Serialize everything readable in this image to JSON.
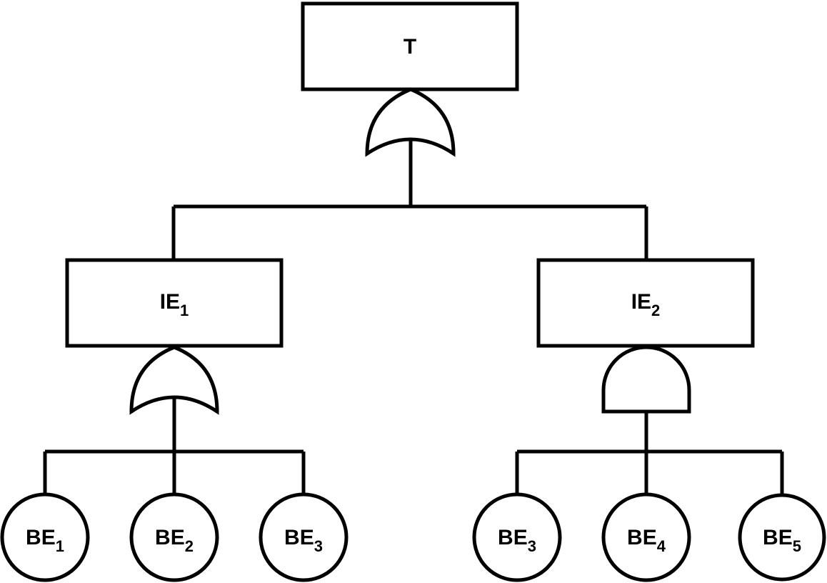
{
  "tree": {
    "top_event": {
      "main": "T",
      "sub": ""
    },
    "intermediate_events": [
      {
        "main": "IE",
        "sub": "1"
      },
      {
        "main": "IE",
        "sub": "2"
      }
    ],
    "basic_events": [
      {
        "main": "BE",
        "sub": "1"
      },
      {
        "main": "BE",
        "sub": "2"
      },
      {
        "main": "BE",
        "sub": "3"
      },
      {
        "main": "BE",
        "sub": "3"
      },
      {
        "main": "BE",
        "sub": "4"
      },
      {
        "main": "BE",
        "sub": "5"
      }
    ],
    "gates": [
      "or",
      "or",
      "and"
    ]
  }
}
